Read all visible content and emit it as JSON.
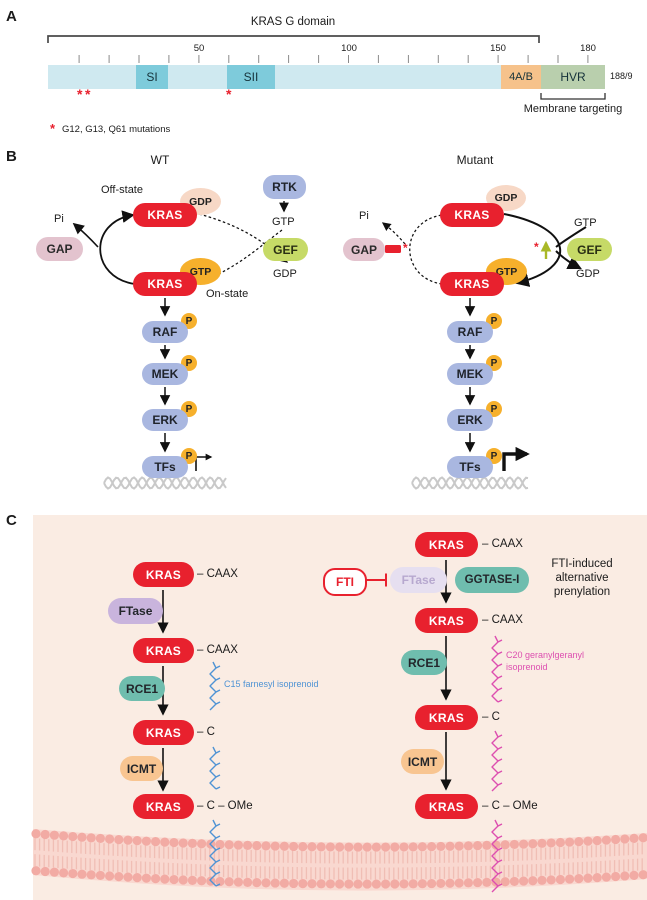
{
  "panelA": {
    "label": "A",
    "title": "KRAS G domain",
    "tick_labels": [
      "50",
      "100",
      "150",
      "180"
    ],
    "segments": {
      "si": "SI",
      "sii": "SII",
      "ab": "4A/B",
      "hvr": "HVR"
    },
    "end_label": "188/9",
    "membrane_targeting": "Membrane targeting",
    "legend_marker": "*",
    "legend_text": "G12, G13, Q61 mutations",
    "mutation_marker": "*"
  },
  "panelB": {
    "label": "B",
    "wt_title": "WT",
    "mutant_title": "Mutant",
    "off_state": "Off-state",
    "on_state": "On-state",
    "kras": "KRAS",
    "gdp": "GDP",
    "gtp": "GTP",
    "pi": "Pi",
    "gap": "GAP",
    "rtk": "RTK",
    "gef": "GEF",
    "p": "P",
    "asterisk": "*",
    "cascade": [
      "RAF",
      "MEK",
      "ERK",
      "TFs"
    ]
  },
  "panelC": {
    "label": "C",
    "kras": "KRAS",
    "caax": "– CAAX",
    "c": "– C",
    "c_ome": "– C – OMe",
    "ftase": "FTase",
    "rce1": "RCE1",
    "icmt": "ICMT",
    "fti": "FTI",
    "ggtase": "GGTASE-I",
    "c15": "C15 farnesyl isoprenoid",
    "c20_line1": "C20 geranylgeranyl",
    "c20_line2": "isoprenoid",
    "fti_note": [
      "FTI-induced",
      "alternative",
      "prenylation"
    ]
  },
  "colors": {
    "kras_red": "#e8212e",
    "gdp_pink": "#f7d8c6",
    "gtp_orange": "#f6b02c",
    "kinase_blue": "#a9b7e0",
    "gef_green": "#c6da67",
    "gap_pink": "#e3c3ce",
    "bar_blue": "#cfe9f0",
    "switch_teal": "#7ecbdb",
    "region_orange": "#f6c28b",
    "hvr_green": "#b9cfad",
    "ftase_purple": "#c9b4dd",
    "ftase_faded_bg": "#e6dff0",
    "ftase_faded_text": "#b7a8cf",
    "rce1_teal": "#6fbdae",
    "icmt_peach": "#f8c591",
    "panelc_bg": "#faece3",
    "membrane_head": "#f2aba4",
    "membrane_fill": "#f9d8d0",
    "membrane_stria": "#f0beb5",
    "c15_blue": "#4f93d4",
    "c20_magenta": "#dd4fb0",
    "dna_gray": "#c9c9c9",
    "olive": "#a9b827",
    "ink": "#111111"
  }
}
